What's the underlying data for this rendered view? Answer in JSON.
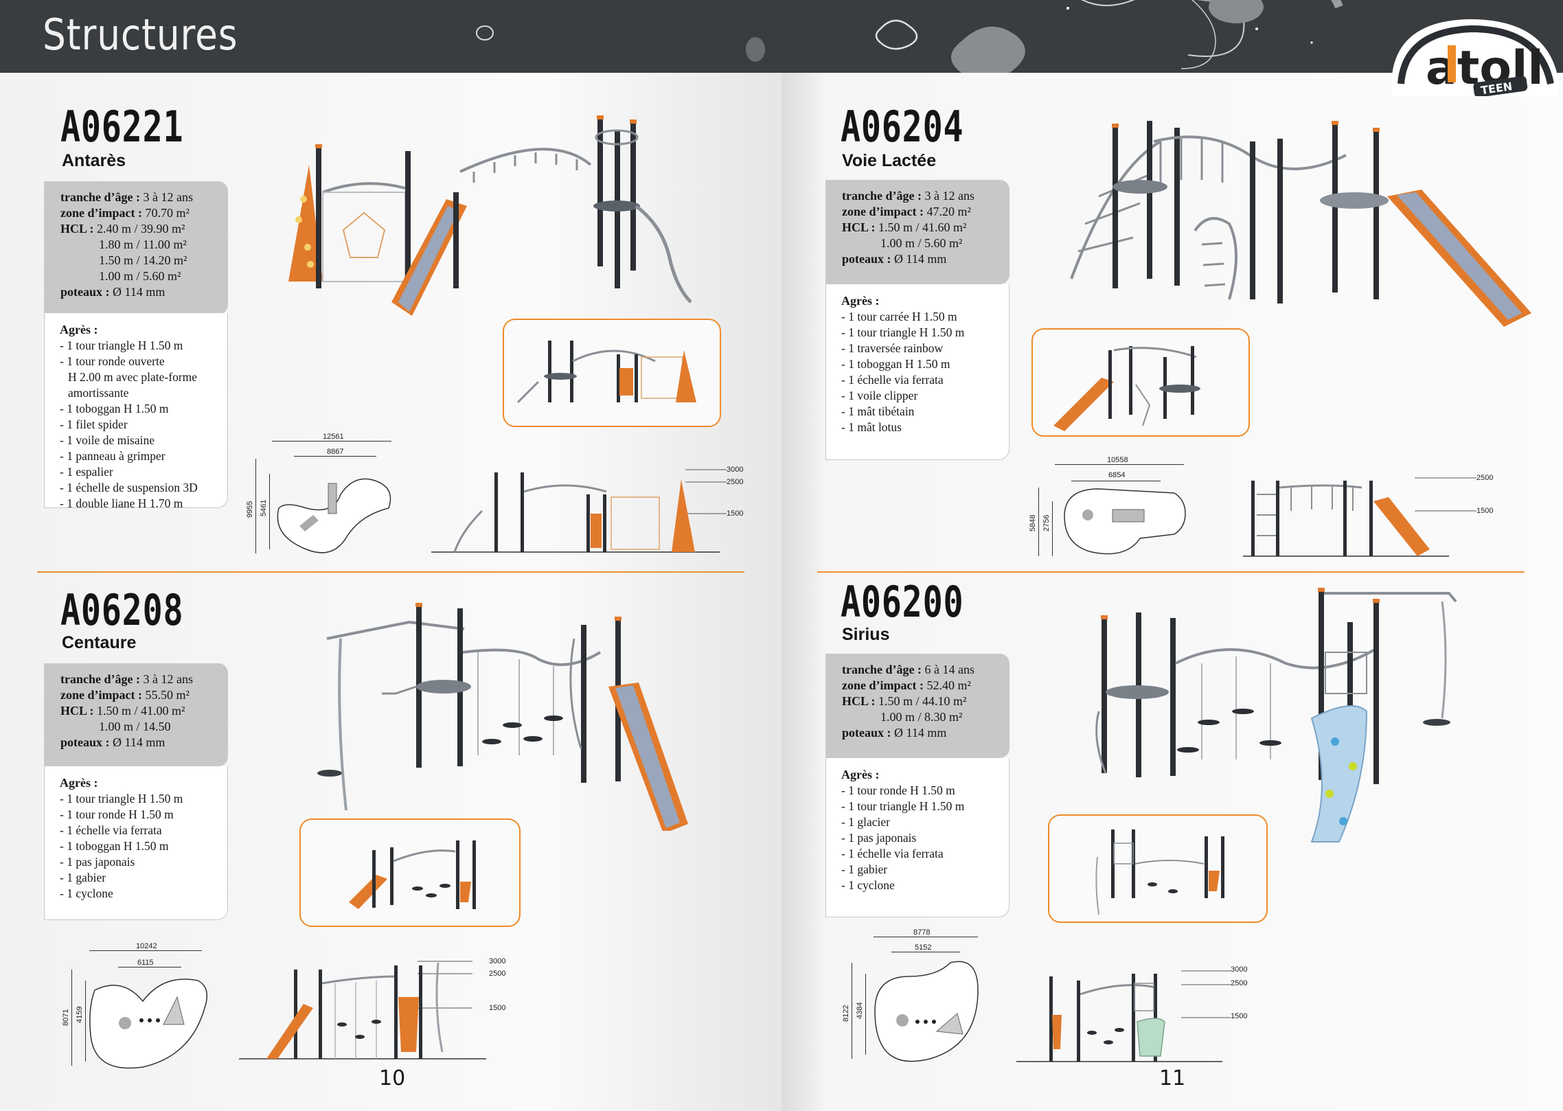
{
  "header": {
    "section_title": "Structures"
  },
  "logo": {
    "wordmark": "atoll",
    "badge": "TEEN"
  },
  "colors": {
    "accent": "#ee8f35",
    "header_bg": "#3a3d40",
    "spec_bg": "#c8c8c8",
    "post": "#2b2f33",
    "panel": "#e27a2c"
  },
  "products": [
    {
      "code": "A06221",
      "name": "Antarès",
      "specs": {
        "age_label": "tranche d’âge :",
        "age_value": "3 à 12 ans",
        "impact_label": "zone d’impact :",
        "impact_value": "70.70 m²",
        "hcl_label": "HCL :",
        "hcl_values": [
          "2.40 m / 39.90 m²",
          "1.80 m / 11.00 m²",
          "1.50 m / 14.20 m²",
          "1.00 m / 5.60 m²"
        ],
        "posts_label": "poteaux :",
        "posts_value": "Ø 114 mm"
      },
      "agres_title": "Agrès :",
      "agres": [
        "- 1 tour triangle H 1.50 m",
        "- 1 tour ronde ouverte",
        "H 2.00 m avec plate-forme",
        "amortissante",
        "- 1 toboggan H 1.50 m",
        "- 1 filet spider",
        "- 1 voile de misaine",
        "- 1 panneau à grimper",
        "- 1 espalier",
        "- 1 échelle de suspension 3D",
        "- 1 double liane H 1.70 m"
      ],
      "plan": {
        "width_outer": "12561",
        "width_inner": "8867",
        "depth_outer": "9955",
        "depth_inner": "5461"
      },
      "elevation": [
        "3000",
        "2500",
        "1500"
      ]
    },
    {
      "code": "A06204",
      "name": "Voie Lactée",
      "specs": {
        "age_label": "tranche d’âge :",
        "age_value": "3 à 12 ans",
        "impact_label": "zone d’impact :",
        "impact_value": "47.20 m²",
        "hcl_label": "HCL :",
        "hcl_values": [
          "1.50 m / 41.60 m²",
          "1.00 m / 5.60 m²"
        ],
        "posts_label": "poteaux :",
        "posts_value": "Ø 114 mm"
      },
      "agres_title": "Agrès :",
      "agres": [
        "- 1 tour carrée H 1.50 m",
        "- 1 tour triangle H 1.50 m",
        "- 1 traversée rainbow",
        "- 1 toboggan H 1.50 m",
        "- 1 échelle via ferrata",
        "- 1 voile clipper",
        "- 1 mât tibétain",
        "- 1 mât lotus"
      ],
      "plan": {
        "width_outer": "10558",
        "width_inner": "6854",
        "depth_outer": "5848",
        "depth_inner": "2756"
      },
      "elevation": [
        "2500",
        "1500"
      ]
    },
    {
      "code": "A06208",
      "name": "Centaure",
      "specs": {
        "age_label": "tranche d’âge :",
        "age_value": "3 à 12 ans",
        "impact_label": "zone d’impact :",
        "impact_value": "55.50 m²",
        "hcl_label": "HCL :",
        "hcl_values": [
          "1.50 m / 41.00 m²",
          "1.00 m / 14.50"
        ],
        "posts_label": "poteaux :",
        "posts_value": "Ø 114 mm"
      },
      "agres_title": "Agrès :",
      "agres": [
        "- 1 tour triangle H 1.50 m",
        "- 1 tour ronde H 1.50 m",
        "- 1 échelle via ferrata",
        "- 1 toboggan H 1.50 m",
        "- 1 pas japonais",
        "- 1 gabier",
        "- 1 cyclone"
      ],
      "plan": {
        "width_outer": "10242",
        "width_inner": "6115",
        "depth_outer": "8071",
        "depth_inner": "4159"
      },
      "elevation": [
        "3000",
        "2500",
        "1500"
      ]
    },
    {
      "code": "A06200",
      "name": "Sirius",
      "specs": {
        "age_label": "tranche d’âge :",
        "age_value": "6 à 14 ans",
        "impact_label": "zone d’impact :",
        "impact_value": "52.40 m²",
        "hcl_label": "HCL :",
        "hcl_values": [
          "1.50 m / 44.10 m²",
          "1.00 m / 8.30 m²"
        ],
        "posts_label": "poteaux :",
        "posts_value": "Ø 114 mm"
      },
      "agres_title": "Agrès :",
      "agres": [
        "- 1 tour ronde H 1.50 m",
        "- 1 tour triangle H 1.50 m",
        "- 1 glacier",
        "- 1 pas japonais",
        "- 1 échelle via ferrata",
        "- 1 gabier",
        "- 1 cyclone"
      ],
      "plan": {
        "width_outer": "8778",
        "width_inner": "5152",
        "depth_outer": "8122",
        "depth_inner": "4384"
      },
      "elevation": [
        "3000",
        "2500",
        "1500"
      ]
    }
  ],
  "pages": {
    "left": "10",
    "right": "11"
  }
}
